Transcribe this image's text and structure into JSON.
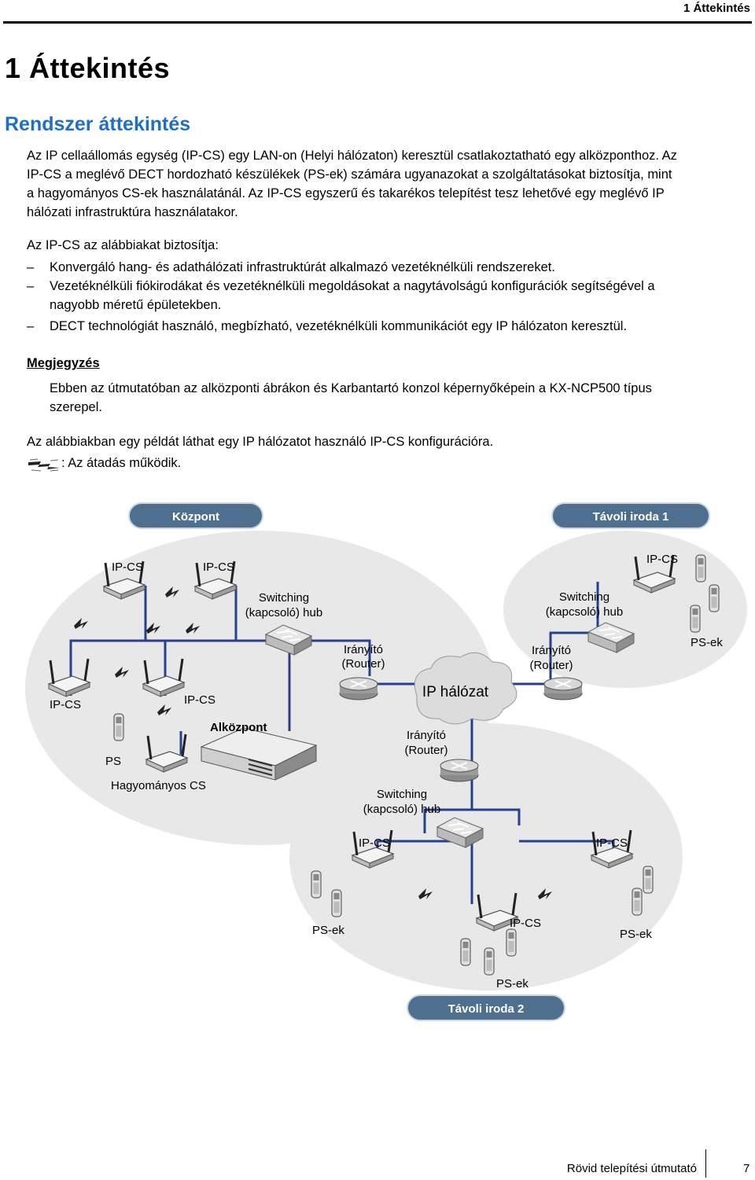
{
  "running_header": "1   Áttekintés",
  "chapter_title": "1  Áttekintés",
  "section_title": "Rendszer áttekintés",
  "intro_lines": [
    "Az IP cellaállomás egység (IP-CS) egy LAN-on (Helyi hálózaton) keresztül csatlakoztatható egy alközponthoz. Az",
    "IP-CS a meglévő DECT hordozható készülékek (PS-ek) számára ugyanazokat a szolgáltatásokat biztosítja, mint",
    "a hagyományos CS-ek használatánál. Az IP-CS egyszerű és takarékos telepítést tesz lehetővé egy meglévő IP",
    "hálózati infrastruktúra használatakor."
  ],
  "provides_intro": "Az IP-CS az alábbiakat biztosítja:",
  "bullet_dash": "–",
  "bullets": [
    [
      "Konvergáló hang- és adathálózati infrastruktúrát alkalmazó vezetéknélküli rendszereket."
    ],
    [
      "Vezetéknélküli fiókirodákat és vezetéknélküli megoldásokat a nagytávolságú konfigurációk segítségével a",
      "nagyobb méretű épületekben."
    ],
    [
      "DECT technológiát használó, megbízható, vezetéknélküli kommunikációt egy IP hálózaton keresztül."
    ]
  ],
  "note": {
    "heading": "Megjegyzés",
    "lines": [
      "Ebben az útmutatóban az alközponti ábrákon és Karbantartó konzol képernyőképein a KX-NCP500 típus",
      "szerepel."
    ]
  },
  "example_text": "Az alábbiakban egy példát láthat egy IP hálózatot használó IP-CS konfigurációra.",
  "legend": {
    "icon": "wireless-transfer-icon",
    "text": ": Az átadás működik."
  },
  "diagram": {
    "colors": {
      "pill": "#4f6f8f",
      "zone": "#e8e8e8",
      "line": "#27408b",
      "cloud": "#dcdcdc"
    },
    "pills": {
      "kozpont": "Központ",
      "remote1": "Távoli iroda 1",
      "remote2": "Távoli iroda 2"
    },
    "labels": {
      "ipcs_c1": "IP-CS",
      "ipcs_c2": "IP-CS",
      "switch_c_1": "Switching",
      "switch_c_2": "(kapcsoló) hub",
      "router_c_1": "Irányító",
      "router_c_2": "(Router)",
      "ipcs_c3": "IP-CS",
      "ipcs_c4": "IP-CS",
      "pbx": "Alközpont",
      "ps": "PS",
      "legacy_cs": "Hagyományos CS",
      "ip_network": "IP hálózat",
      "ipcs_r1": "IP-CS",
      "switch_r1_1": "Switching",
      "switch_r1_2": "(kapcsoló) hub",
      "router_r1_1": "Irányító",
      "router_r1_2": "(Router)",
      "psek_r1": "PS-ek",
      "router_r2_1": "Irányító",
      "router_r2_2": "(Router)",
      "switch_r2_1": "Switching",
      "switch_r2_2": "(kapcsoló) hub",
      "ipcs_r2_left": "IP-CS",
      "ipcs_r2_right": "IP-CS",
      "ipcs_r2_mid": "IP-CS",
      "psek_r2_left": "PS-ek",
      "psek_r2_right": "PS-ek",
      "psek_r2_bottom": "PS-ek"
    }
  },
  "footer": {
    "text": "Rövid telepítési útmutató",
    "page": "7"
  }
}
